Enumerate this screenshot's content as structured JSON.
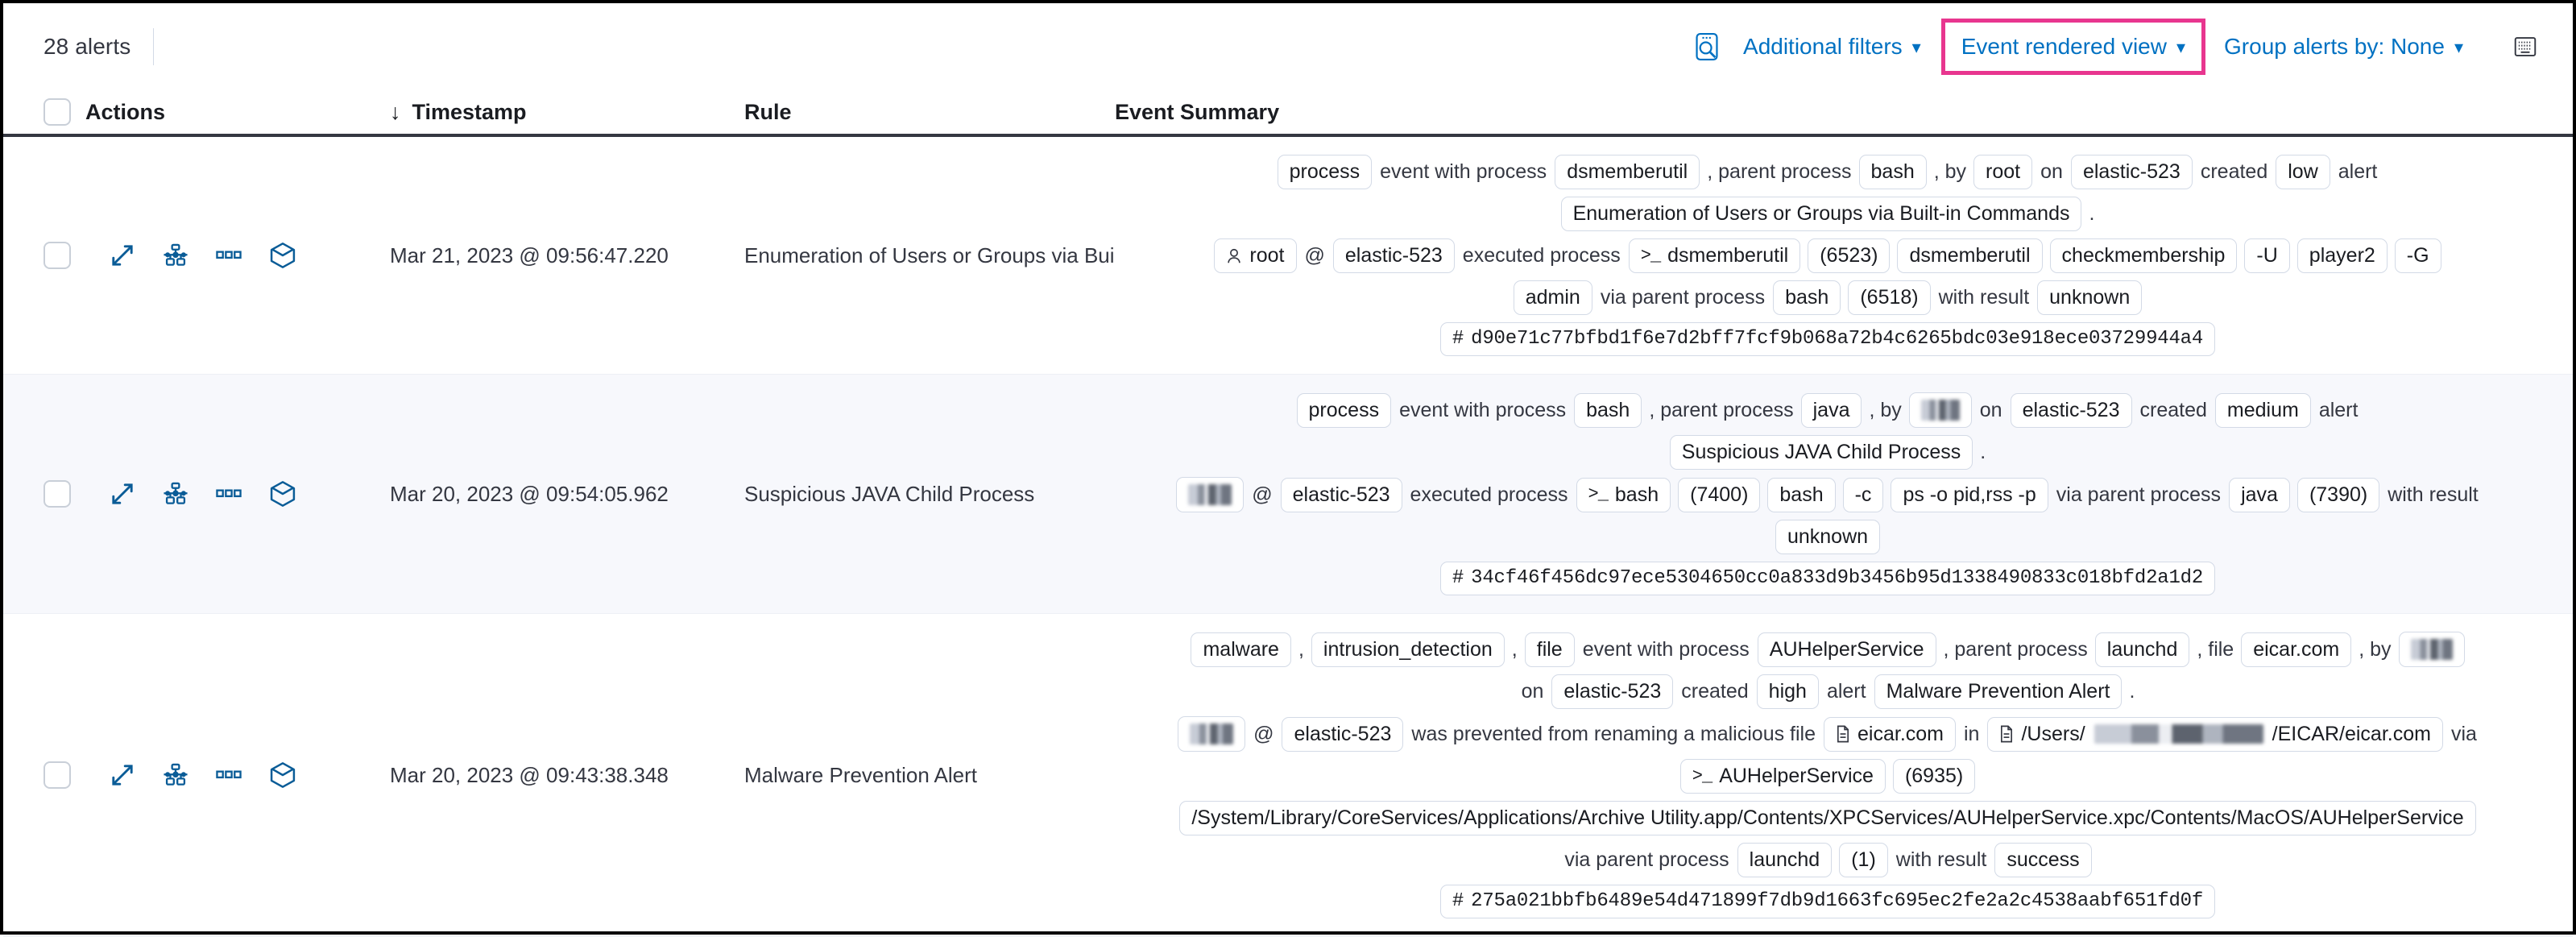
{
  "toolbar": {
    "alerts_count": "28 alerts",
    "additional_filters": "Additional filters",
    "event_rendered_view": "Event rendered view",
    "group_alerts_by": "Group alerts by: None",
    "chevron": "⌄",
    "highlight_color": "#e8368f",
    "link_color": "#0071c2",
    "icons": {
      "inspect": "inspect-icon",
      "keyboard": "keyboard-icon"
    }
  },
  "columns": {
    "actions": "Actions",
    "timestamp": "Timestamp",
    "sort_arrow": "↓",
    "rule": "Rule",
    "event_summary": "Event Summary"
  },
  "row_actions": [
    {
      "name": "expand-icon"
    },
    {
      "name": "analyze-event-icon"
    },
    {
      "name": "more-actions-icon"
    },
    {
      "name": "add-to-case-icon"
    }
  ],
  "rows": [
    {
      "timestamp": "Mar 21, 2023 @ 09:56:47.220",
      "rule": "Enumeration of Users or Groups via Bui",
      "lines": [
        [
          {
            "t": "chip",
            "v": "process"
          },
          {
            "t": "txt",
            "v": "event with process"
          },
          {
            "t": "chip",
            "v": "dsmemberutil"
          },
          {
            "t": "punc",
            "v": ", parent process"
          },
          {
            "t": "chip",
            "v": "bash"
          },
          {
            "t": "punc",
            "v": ", by"
          },
          {
            "t": "chip",
            "v": "root"
          },
          {
            "t": "txt",
            "v": "on"
          },
          {
            "t": "chip",
            "v": "elastic-523"
          },
          {
            "t": "txt",
            "v": "created"
          },
          {
            "t": "chip",
            "v": "low"
          },
          {
            "t": "txt",
            "v": "alert"
          }
        ],
        [
          {
            "t": "chip",
            "v": "Enumeration of Users or Groups via Built-in Commands"
          },
          {
            "t": "punc",
            "v": "."
          }
        ],
        [
          {
            "t": "chip",
            "v": "root",
            "icon": "user-icon"
          },
          {
            "t": "txt",
            "v": "@"
          },
          {
            "t": "chip",
            "v": "elastic-523"
          },
          {
            "t": "txt",
            "v": "executed process"
          },
          {
            "t": "chip",
            "v": "dsmemberutil",
            "icon": "terminal-icon"
          },
          {
            "t": "chip",
            "v": "(6523)"
          },
          {
            "t": "chip",
            "v": "dsmemberutil"
          },
          {
            "t": "chip",
            "v": "checkmembership"
          },
          {
            "t": "chip",
            "v": "-U"
          },
          {
            "t": "chip",
            "v": "player2"
          },
          {
            "t": "chip",
            "v": "-G"
          }
        ],
        [
          {
            "t": "chip",
            "v": "admin"
          },
          {
            "t": "txt",
            "v": "via parent process"
          },
          {
            "t": "chip",
            "v": "bash"
          },
          {
            "t": "chip",
            "v": "(6518)"
          },
          {
            "t": "txt",
            "v": "with result"
          },
          {
            "t": "chip",
            "v": "unknown"
          }
        ],
        [
          {
            "t": "chip",
            "v": "d90e71c77bfbd1f6e7d2bff7fcf9b068a72b4c6265bdc03e918ece03729944a4",
            "icon": "hash-icon",
            "mono": true
          }
        ]
      ]
    },
    {
      "timestamp": "Mar 20, 2023 @ 09:54:05.962",
      "rule": "Suspicious JAVA Child Process",
      "lines": [
        [
          {
            "t": "chip",
            "v": "process"
          },
          {
            "t": "txt",
            "v": "event with process"
          },
          {
            "t": "chip",
            "v": "bash"
          },
          {
            "t": "punc",
            "v": ", parent process"
          },
          {
            "t": "chip",
            "v": "java"
          },
          {
            "t": "punc",
            "v": ", by"
          },
          {
            "t": "chip",
            "v": "",
            "redact": "w1"
          },
          {
            "t": "txt",
            "v": "on"
          },
          {
            "t": "chip",
            "v": "elastic-523"
          },
          {
            "t": "txt",
            "v": "created"
          },
          {
            "t": "chip",
            "v": "medium"
          },
          {
            "t": "txt",
            "v": "alert"
          }
        ],
        [
          {
            "t": "chip",
            "v": "Suspicious JAVA Child Process"
          },
          {
            "t": "punc",
            "v": "."
          }
        ],
        [
          {
            "t": "chip",
            "v": "",
            "redact": "w2"
          },
          {
            "t": "txt",
            "v": "@"
          },
          {
            "t": "chip",
            "v": "elastic-523"
          },
          {
            "t": "txt",
            "v": "executed process"
          },
          {
            "t": "chip",
            "v": "bash",
            "icon": "terminal-icon"
          },
          {
            "t": "chip",
            "v": "(7400)"
          },
          {
            "t": "chip",
            "v": "bash"
          },
          {
            "t": "chip",
            "v": "-c"
          },
          {
            "t": "chip",
            "v": "ps -o pid,rss -p"
          },
          {
            "t": "txt",
            "v": "via parent process"
          },
          {
            "t": "chip",
            "v": "java"
          },
          {
            "t": "chip",
            "v": "(7390)"
          },
          {
            "t": "txt",
            "v": "with result"
          }
        ],
        [
          {
            "t": "chip",
            "v": "unknown"
          }
        ],
        [
          {
            "t": "chip",
            "v": "34cf46f456dc97ece5304650cc0a833d9b3456b95d1338490833c018bfd2a1d2",
            "icon": "hash-icon",
            "mono": true
          }
        ]
      ]
    },
    {
      "timestamp": "Mar 20, 2023 @ 09:43:38.348",
      "rule": "Malware Prevention Alert",
      "lines": [
        [
          {
            "t": "chip",
            "v": "malware"
          },
          {
            "t": "punc",
            "v": ","
          },
          {
            "t": "chip",
            "v": "intrusion_detection"
          },
          {
            "t": "punc",
            "v": ","
          },
          {
            "t": "chip",
            "v": "file"
          },
          {
            "t": "txt",
            "v": "event with process"
          },
          {
            "t": "chip",
            "v": "AUHelperService"
          },
          {
            "t": "punc",
            "v": ", parent process"
          },
          {
            "t": "chip",
            "v": "launchd"
          },
          {
            "t": "punc",
            "v": ", file"
          },
          {
            "t": "chip",
            "v": "eicar.com"
          },
          {
            "t": "punc",
            "v": ", by"
          },
          {
            "t": "chip",
            "v": "",
            "redact": "w3"
          }
        ],
        [
          {
            "t": "txt",
            "v": "on"
          },
          {
            "t": "chip",
            "v": "elastic-523"
          },
          {
            "t": "txt",
            "v": "created"
          },
          {
            "t": "chip",
            "v": "high"
          },
          {
            "t": "txt",
            "v": "alert"
          },
          {
            "t": "chip",
            "v": "Malware Prevention Alert"
          },
          {
            "t": "punc",
            "v": "."
          }
        ],
        [
          {
            "t": "chip",
            "v": "",
            "redact": "w2"
          },
          {
            "t": "txt",
            "v": "@"
          },
          {
            "t": "chip",
            "v": "elastic-523"
          },
          {
            "t": "txt",
            "v": "was prevented from renaming a malicious file"
          },
          {
            "t": "chip",
            "v": "eicar.com",
            "icon": "file-icon"
          },
          {
            "t": "txt",
            "v": "in"
          },
          {
            "t": "chip",
            "v": "/Users/",
            "suffix": "/EICAR/eicar.com",
            "icon": "file-icon",
            "redact": "inline-path"
          },
          {
            "t": "txt",
            "v": "via"
          }
        ],
        [
          {
            "t": "chip",
            "v": "AUHelperService",
            "icon": "terminal-icon"
          },
          {
            "t": "chip",
            "v": "(6935)"
          }
        ],
        [
          {
            "t": "chip",
            "v": "/System/Library/CoreServices/Applications/Archive Utility.app/Contents/XPCServices/AUHelperService.xpc/Contents/MacOS/AUHelperService"
          }
        ],
        [
          {
            "t": "txt",
            "v": "via parent process"
          },
          {
            "t": "chip",
            "v": "launchd"
          },
          {
            "t": "chip",
            "v": "(1)"
          },
          {
            "t": "txt",
            "v": "with result"
          },
          {
            "t": "chip",
            "v": "success"
          }
        ],
        [
          {
            "t": "chip",
            "v": "275a021bbfb6489e54d471899f7db9d1663fc695ec2fe2a2c4538aabf651fd0f",
            "icon": "hash-icon",
            "mono": true
          }
        ]
      ]
    }
  ]
}
